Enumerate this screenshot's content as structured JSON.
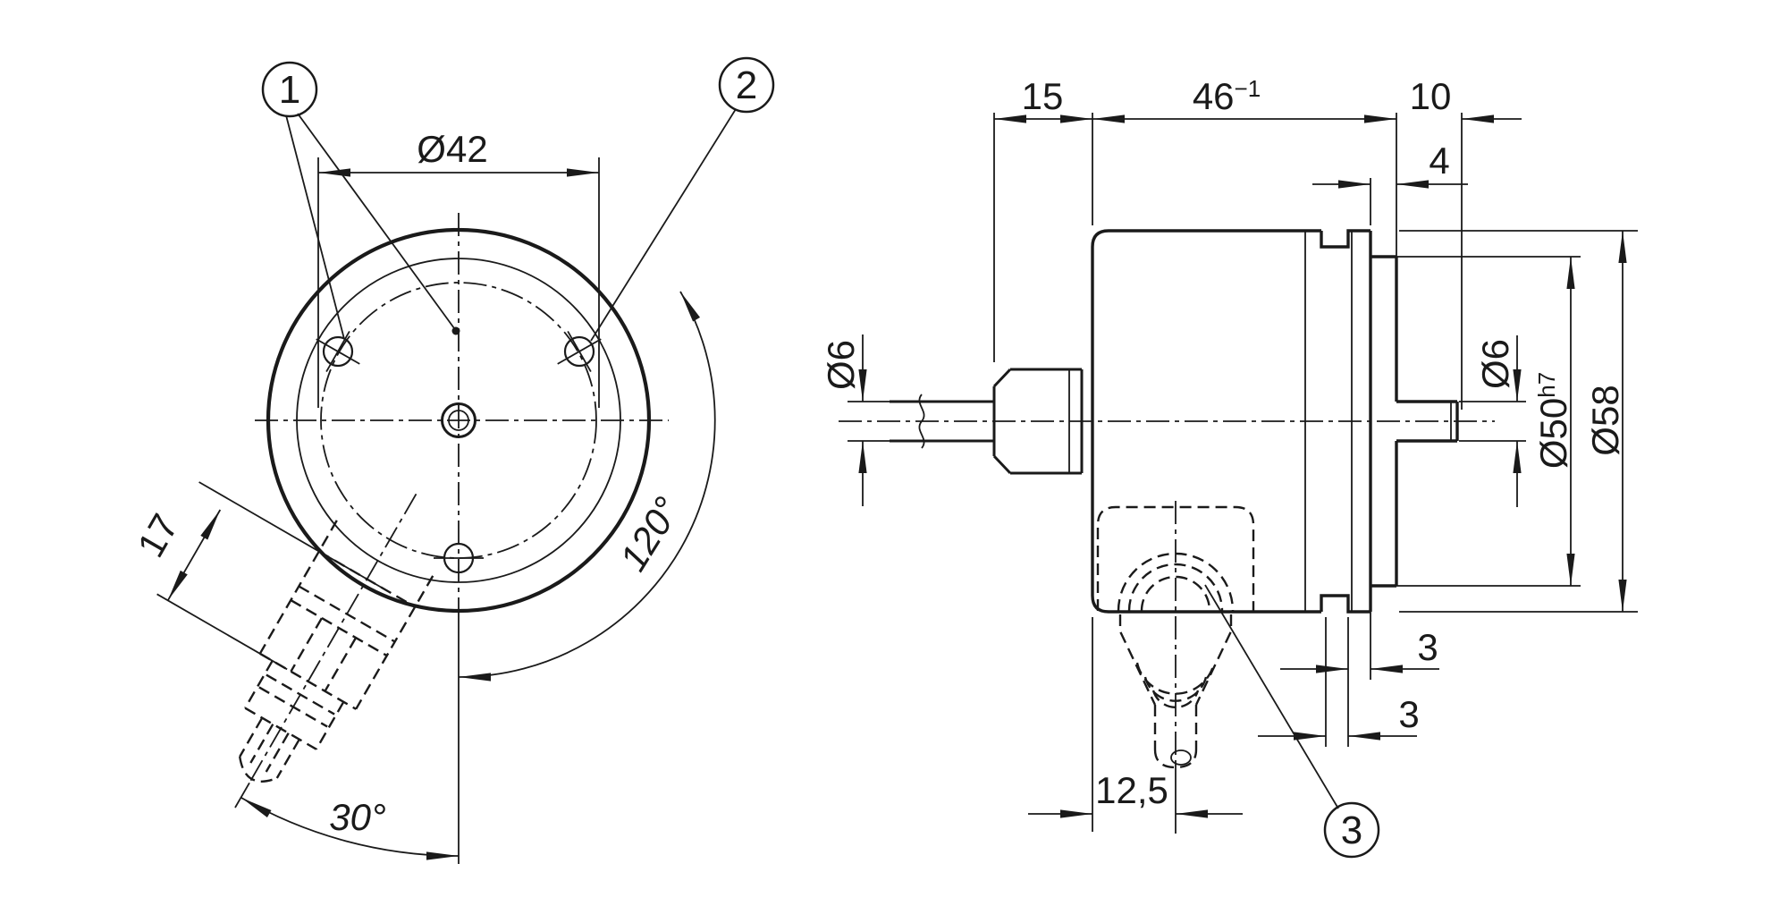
{
  "front_view": {
    "balloons": {
      "b1": "1",
      "b2": "2"
    },
    "dims": {
      "flange_dia": "Ø42",
      "hole_angle": "120°",
      "connector_angle": "30°",
      "connector_length": "17"
    }
  },
  "side_view": {
    "balloons": {
      "b3": "3"
    },
    "dims": {
      "shaft_protrusion": "15",
      "housing_length": "46",
      "housing_length_tol": "−1",
      "rear_shaft_length": "10",
      "collar_width": "4",
      "shaft_dia_left": "Ø6",
      "shaft_dia_right": "Ø6",
      "collar_dia": "Ø50",
      "collar_fit": "h7",
      "housing_dia": "Ø58",
      "groove_outer": "3",
      "groove_inner": "3",
      "connector_offset": "12,5"
    }
  },
  "colors": {
    "line": "#1a1a1a",
    "background": "#ffffff"
  }
}
